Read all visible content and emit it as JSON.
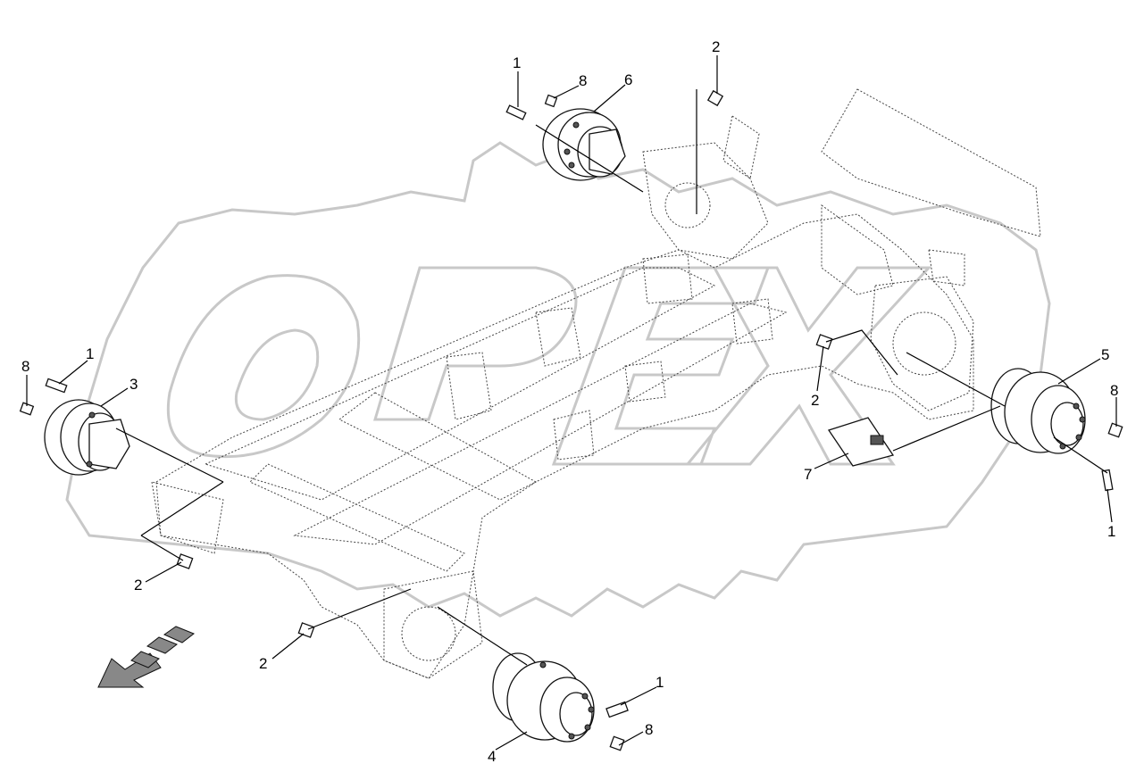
{
  "labels": {
    "l1_top": "1",
    "l8_top": "8",
    "l6": "6",
    "l2_top": "2",
    "l8_left": "8",
    "l1_left": "1",
    "l3": "3",
    "l5": "5",
    "l8_right": "8",
    "l2_mid": "2",
    "l7": "7",
    "l1_right": "1",
    "l2_left": "2",
    "l2_bottom": "2",
    "l1_bottom": "1",
    "l8_bottom": "8",
    "l4": "4"
  },
  "colors": {
    "watermark": "#c8c8c8",
    "line": "#111111",
    "arrow_fill": "#888888"
  }
}
